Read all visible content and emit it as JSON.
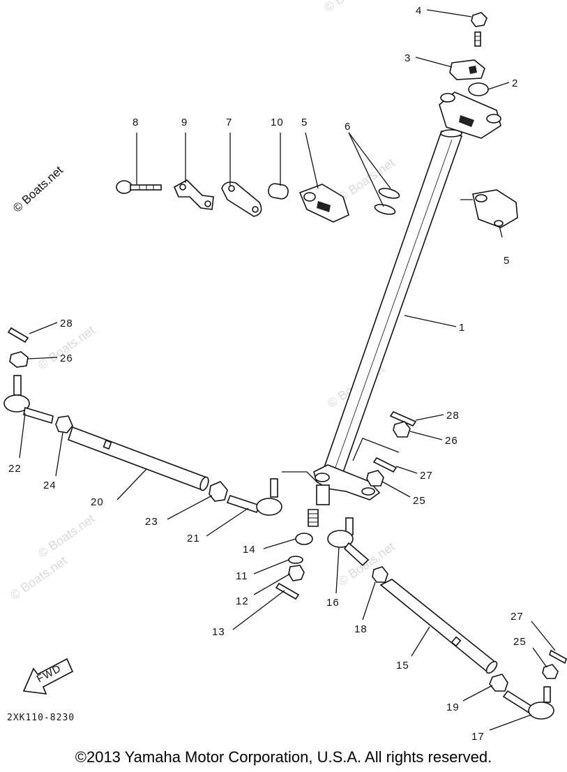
{
  "diagram": {
    "code": "2XK110-8230",
    "fwd_label": "FWD",
    "watermark": "© Boats.net",
    "copyright": "©2013 Yamaha Motor Corporation, U.S.A. All rights reserved.",
    "callouts": {
      "c1": "1",
      "c2": "2",
      "c3": "3",
      "c4": "4",
      "c5a": "5",
      "c5b": "5",
      "c6": "6",
      "c7": "7",
      "c8": "8",
      "c9": "9",
      "c10": "10",
      "c11": "11",
      "c12": "12",
      "c13": "13",
      "c14": "14",
      "c15": "15",
      "c16": "16",
      "c17": "17",
      "c18": "18",
      "c19": "19",
      "c20": "20",
      "c21": "21",
      "c22": "22",
      "c23": "23",
      "c24": "24",
      "c25a": "25",
      "c25b": "25",
      "c26a": "26",
      "c26b": "26",
      "c27a": "27",
      "c27b": "27",
      "c28a": "28",
      "c28b": "28"
    }
  }
}
